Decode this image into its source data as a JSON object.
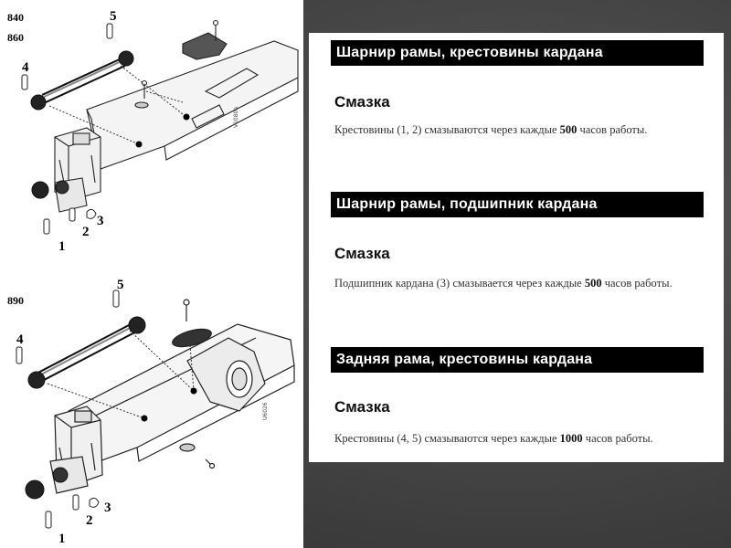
{
  "left_panel": {
    "top_diagram": {
      "models": [
        "840",
        "860"
      ],
      "callouts": [
        "1",
        "2",
        "3",
        "4",
        "5"
      ],
      "code": "V1080a"
    },
    "bottom_diagram": {
      "models": [
        "890"
      ],
      "callouts": [
        "1",
        "2",
        "3",
        "4",
        "5"
      ],
      "code": "U6026"
    }
  },
  "sections": [
    {
      "title": "Шарнир рамы, крестовины кардана",
      "subtitle": "Смазка",
      "text_before": "Крестовины (1, 2) смазываются через каждые ",
      "emphasis": "500",
      "text_after": " часов работы."
    },
    {
      "title": "Шарнир рамы, подшипник кардана",
      "subtitle": "Смазка",
      "text_before": "Подшипник кардана (3) смазывается через каждые ",
      "emphasis": "500",
      "text_after": " часов работы."
    },
    {
      "title": "Задняя рама, крестовины кардана",
      "subtitle": "Смазка",
      "text_before": "Крестовины (4, 5) смазываются через каждые ",
      "emphasis": "1000",
      "text_after": " часов работы."
    }
  ]
}
